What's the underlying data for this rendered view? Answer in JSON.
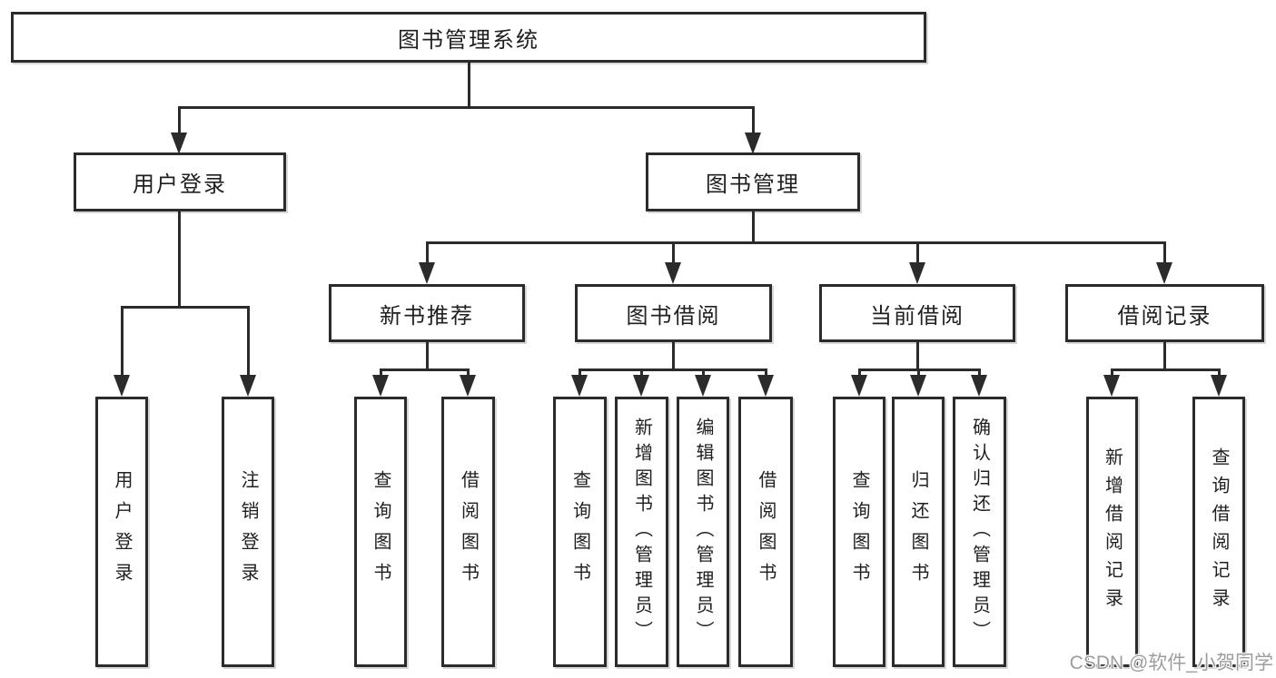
{
  "diagram": {
    "type": "hierarchy-tree",
    "root": {
      "label": "图书管理系统"
    },
    "level2": [
      {
        "label": "用户登录",
        "parent": "图书管理系统"
      },
      {
        "label": "图书管理",
        "parent": "图书管理系统"
      }
    ],
    "level3": [
      {
        "label": "新书推荐",
        "parent": "图书管理"
      },
      {
        "label": "图书借阅",
        "parent": "图书管理"
      },
      {
        "label": "当前借阅",
        "parent": "图书管理"
      },
      {
        "label": "借阅记录",
        "parent": "图书管理"
      }
    ],
    "leaves": [
      {
        "label": "用户登录",
        "parent": "用户登录"
      },
      {
        "label": "注销登录",
        "parent": "用户登录"
      },
      {
        "label": "查询图书",
        "parent": "新书推荐"
      },
      {
        "label": "借阅图书",
        "parent": "新书推荐"
      },
      {
        "label": "查询图书",
        "parent": "图书借阅"
      },
      {
        "label": "新增图书（管理员）",
        "parent": "图书借阅"
      },
      {
        "label": "编辑图书（管理员）",
        "parent": "图书借阅"
      },
      {
        "label": "借阅图书",
        "parent": "图书借阅"
      },
      {
        "label": "查询图书",
        "parent": "当前借阅"
      },
      {
        "label": "归还图书",
        "parent": "当前借阅"
      },
      {
        "label": "确认归还（管理员）",
        "parent": "当前借阅"
      },
      {
        "label": "新增借阅记录",
        "parent": "借阅记录"
      },
      {
        "label": "查询借阅记录",
        "parent": "借阅记录"
      }
    ]
  },
  "watermark": {
    "text": "CSDN @软件_小贺同学"
  },
  "colors": {
    "line": "#2b2b2b",
    "box_border": "#2b2b2b",
    "text": "#1f1f1f",
    "background": "#ffffff",
    "watermark": "#9d9d9d"
  }
}
